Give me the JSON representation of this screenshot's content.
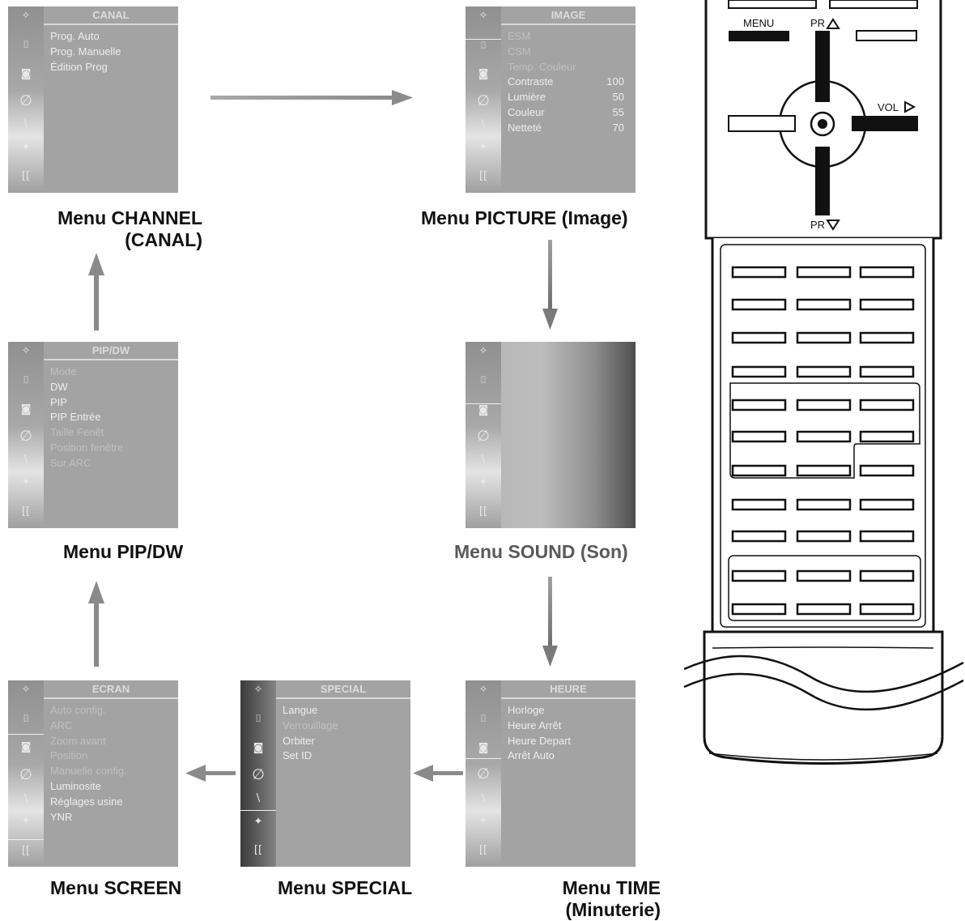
{
  "menus": {
    "canal": {
      "title": "CANAL",
      "items": [
        {
          "label": "Prog. Auto"
        },
        {
          "label": "Prog. Manuelle"
        },
        {
          "label": "Édition Prog"
        }
      ]
    },
    "image": {
      "title": "IMAGE",
      "items": [
        {
          "label": "ESM",
          "value": ""
        },
        {
          "label": "CSM",
          "value": ""
        },
        {
          "label": "Temp. Couleur",
          "value": ""
        },
        {
          "label": "Contraste",
          "value": "100"
        },
        {
          "label": "Lumière",
          "value": "50"
        },
        {
          "label": "Couleur",
          "value": "55"
        },
        {
          "label": "Netteté",
          "value": "70"
        }
      ]
    },
    "pipdw": {
      "title": "PIP/DW",
      "items": [
        {
          "label": "Mode"
        },
        {
          "label": "DW"
        },
        {
          "label": "PIP"
        },
        {
          "label": "PIP Entrée"
        },
        {
          "label": "Taille Fenêt"
        },
        {
          "label": "Position fenêtre"
        },
        {
          "label": "Sur ARC"
        }
      ]
    },
    "sound": {
      "title": "",
      "items": []
    },
    "ecran": {
      "title": "ECRAN",
      "items": [
        {
          "label": "Auto config."
        },
        {
          "label": "ARC"
        },
        {
          "label": "Zoom avant"
        },
        {
          "label": "Position"
        },
        {
          "label": "Manuelle config."
        },
        {
          "label": "Luminosite"
        },
        {
          "label": "Réglages usine"
        },
        {
          "label": "YNR"
        }
      ]
    },
    "special": {
      "title": "SPECIAL",
      "items": [
        {
          "label": "Langue"
        },
        {
          "label": "Verrouillage"
        },
        {
          "label": "Orbiter"
        },
        {
          "label": "Set ID"
        }
      ]
    },
    "heure": {
      "title": "HEURE",
      "items": [
        {
          "label": "Horloge"
        },
        {
          "label": "Heure Arrêt"
        },
        {
          "label": "Heure Depart"
        },
        {
          "label": "Arrêt Auto"
        }
      ]
    }
  },
  "captions": {
    "channel_line1": "Menu CHANNEL",
    "channel_line2": "(CANAL)",
    "picture": "Menu PICTURE (Image)",
    "pipdw": "Menu PIP/DW",
    "sound": "Menu SOUND (Son)",
    "screen": "Menu SCREEN",
    "special": "Menu SPECIAL",
    "time_line1": "Menu TIME",
    "time_line2": "(Minuterie)"
  },
  "remote": {
    "menu_label": "MENU",
    "pr_up_label": "PR",
    "pr_down_label": "PR",
    "vol_label": "VOL"
  },
  "icons": {
    "side_icons": [
      "antenna-icon",
      "screen-icon",
      "speaker-icon",
      "clock-icon",
      "special-icon",
      "star-icon",
      "pip-icon"
    ],
    "arrow_color": "#8a8a8a"
  }
}
